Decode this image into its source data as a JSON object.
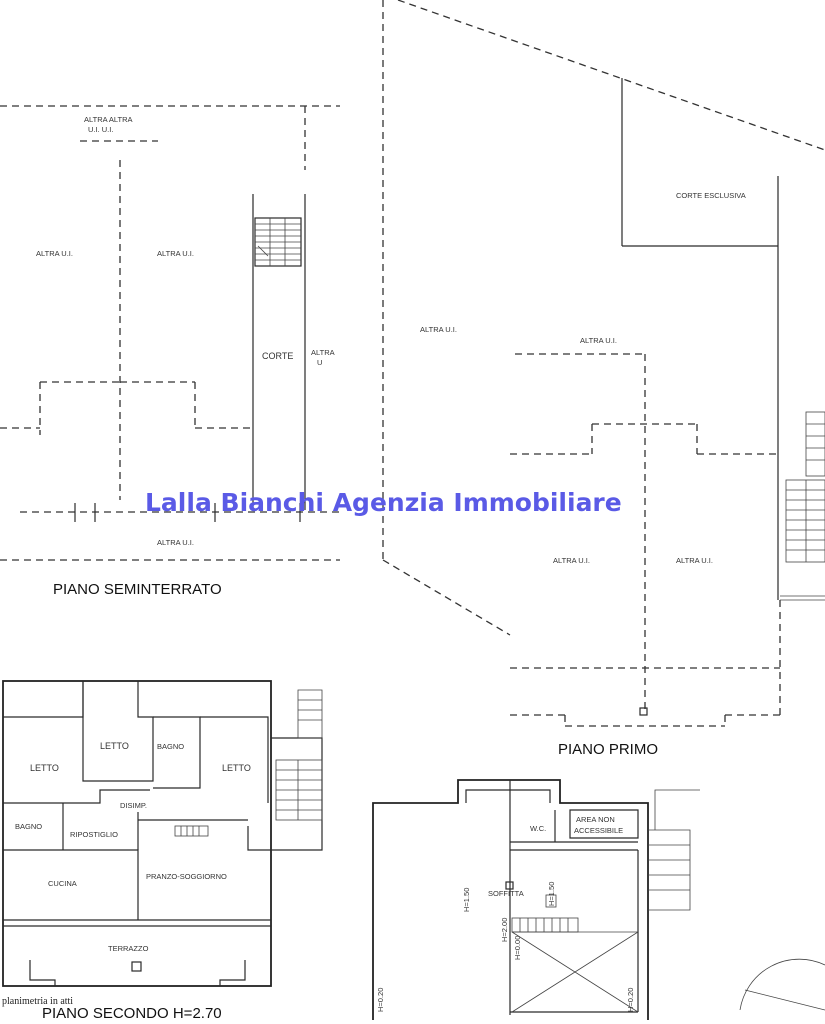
{
  "watermark": "Lalla Bianchi Agenzia Immobiliare",
  "floors": {
    "seminterrato": {
      "title": "PIANO SEMINTERRATO",
      "rooms": {
        "altra_ui_top": "ALTRA ALTRA",
        "altra_ui_top_b": "U.I.  U.I.",
        "altra_ui_left": "ALTRA U.I.",
        "altra_ui_mid": "ALTRA U.I.",
        "corte": "CORTE",
        "altra_ui_side_a": "ALTRA",
        "altra_ui_side_b": "U",
        "altra_ui_bottom": "ALTRA U.I."
      }
    },
    "primo": {
      "title": "PIANO PRIMO",
      "rooms": {
        "corte_esclusiva": "CORTE ESCLUSIVA",
        "altra_ui_center": "ALTRA U.I.",
        "altra_ui_upper": "ALTRA U.I.",
        "altra_ui_low_left": "ALTRA U.I.",
        "altra_ui_low_right": "ALTRA U.I."
      }
    },
    "secondo": {
      "title": "PIANO SECONDO H=2.70",
      "note": "planimetria in atti",
      "rooms": {
        "letto_1": "LETTO",
        "letto_2": "LETTO",
        "letto_3": "LETTO",
        "bagno_1": "BAGNO",
        "bagno_2": "BAGNO",
        "disimp": "DISIMP.",
        "ripostiglio": "RIPOSTIGLIO",
        "cucina": "CUCINA",
        "pranzo": "PRANZO-SOGGIORNO",
        "terrazzo": "TERRAZZO"
      }
    },
    "soffitta": {
      "rooms": {
        "wc": "W.C.",
        "area_a": "AREA NON",
        "area_b": "ACCESSIBILE",
        "soffitta": "SOFFITTA"
      },
      "heights": {
        "h150_left": "H=1.50",
        "h150_right": "H=1.50",
        "h200": "H=2.00",
        "h000_a": "H=0.00",
        "h020_left": "H=0.20",
        "h020_right": "H=0.20"
      }
    }
  }
}
